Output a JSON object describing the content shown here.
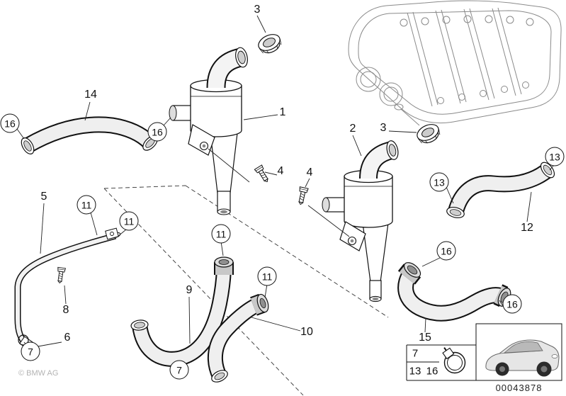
{
  "callouts": [
    {
      "text": "3",
      "circled": false
    },
    {
      "text": "16",
      "circled": true
    },
    {
      "text": "14",
      "circled": false
    },
    {
      "text": "16",
      "circled": true
    },
    {
      "text": "1",
      "circled": false
    },
    {
      "text": "2",
      "circled": false
    },
    {
      "text": "3",
      "circled": false
    },
    {
      "text": "4",
      "circled": false
    },
    {
      "text": "4",
      "circled": false
    },
    {
      "text": "13",
      "circled": true
    },
    {
      "text": "13",
      "circled": true
    },
    {
      "text": "12",
      "circled": false
    },
    {
      "text": "5",
      "circled": false
    },
    {
      "text": "11",
      "circled": true
    },
    {
      "text": "11",
      "circled": true
    },
    {
      "text": "11",
      "circled": true
    },
    {
      "text": "11",
      "circled": true
    },
    {
      "text": "9",
      "circled": false
    },
    {
      "text": "8",
      "circled": false
    },
    {
      "text": "6",
      "circled": false
    },
    {
      "text": "7",
      "circled": true
    },
    {
      "text": "7",
      "circled": true
    },
    {
      "text": "10",
      "circled": false
    },
    {
      "text": "16",
      "circled": true
    },
    {
      "text": "16",
      "circled": true
    },
    {
      "text": "15",
      "circled": false
    }
  ],
  "legend": {
    "rows": [
      {
        "nums": [
          "7"
        ]
      },
      {
        "nums": [
          "13",
          "16"
        ]
      }
    ],
    "part_number": "00043878"
  },
  "watermark": "© BMW AG"
}
